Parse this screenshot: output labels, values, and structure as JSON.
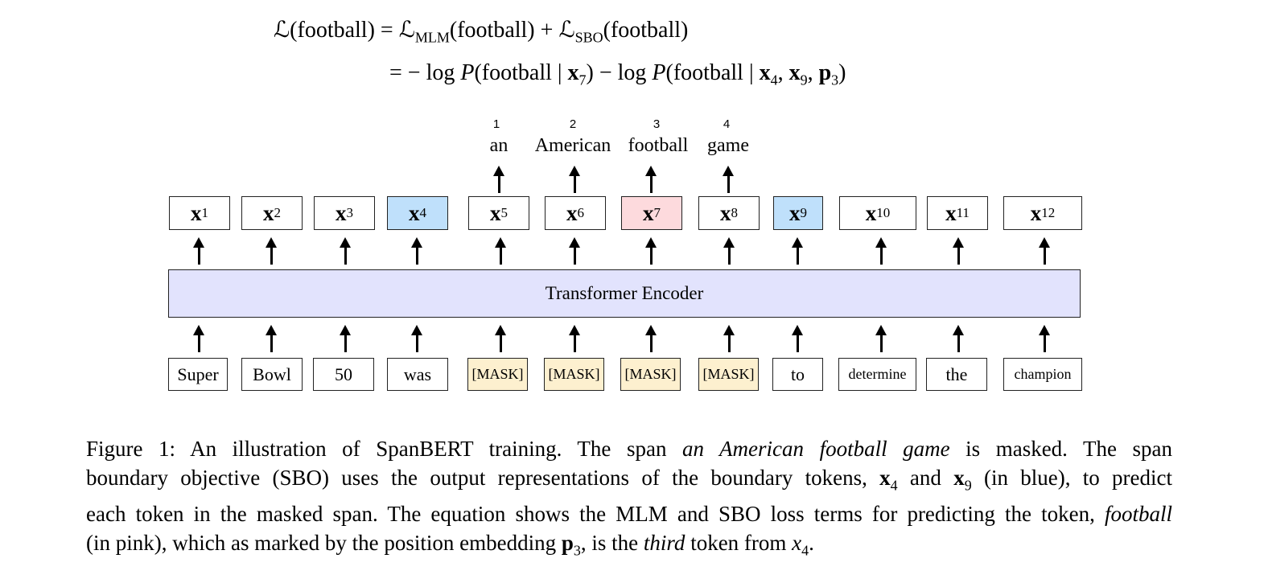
{
  "equation": {
    "line1": {
      "lhs": "ℒ(football)",
      "eq": "=",
      "term1": "ℒ",
      "term1_sub": "MLM",
      "term1_arg": "(football)",
      "plus": "+",
      "term2": "ℒ",
      "term2_sub": "SBO",
      "term2_arg": "(football)"
    },
    "line2": {
      "eq": "=",
      "part1": "− log ",
      "P1": "P",
      "arg1_a": "(football | ",
      "x7": "x",
      "x7_sub": "7",
      "arg1_b": ") − log ",
      "P2": "P",
      "arg2_a": "(football | ",
      "x4": "x",
      "x4_sub": "4",
      "comma1": ", ",
      "x9": "x",
      "x9_sub": "9",
      "comma2": ", ",
      "p3": "p",
      "p3_sub": "3",
      "arg2_b": ")"
    }
  },
  "predictions": [
    {
      "position": "1",
      "word": "an"
    },
    {
      "position": "2",
      "word": "American"
    },
    {
      "position": "3",
      "word": "football"
    },
    {
      "position": "4",
      "word": "game"
    }
  ],
  "outputs": [
    {
      "label": "x",
      "sub": "1",
      "color": "none"
    },
    {
      "label": "x",
      "sub": "2",
      "color": "none"
    },
    {
      "label": "x",
      "sub": "3",
      "color": "none"
    },
    {
      "label": "x",
      "sub": "4",
      "color": "#bfe0fb"
    },
    {
      "label": "x",
      "sub": "5",
      "color": "none"
    },
    {
      "label": "x",
      "sub": "6",
      "color": "none"
    },
    {
      "label": "x",
      "sub": "7",
      "color": "#fddadd"
    },
    {
      "label": "x",
      "sub": "8",
      "color": "none"
    },
    {
      "label": "x",
      "sub": "9",
      "color": "#bfe0fb"
    },
    {
      "label": "x",
      "sub": "10",
      "color": "none"
    },
    {
      "label": "x",
      "sub": "11",
      "color": "none"
    },
    {
      "label": "x",
      "sub": "12",
      "color": "none"
    }
  ],
  "encoder": {
    "label": "Transformer Encoder",
    "color": "#e2e3fd"
  },
  "inputs": [
    {
      "text": "Super"
    },
    {
      "text": "Bowl"
    },
    {
      "text": "50"
    },
    {
      "text": "was"
    },
    {
      "text": "[MASK]",
      "color": "#fdf0cf"
    },
    {
      "text": "[MASK]",
      "color": "#fdf0cf"
    },
    {
      "text": "[MASK]",
      "color": "#fdf0cf"
    },
    {
      "text": "[MASK]",
      "color": "#fdf0cf"
    },
    {
      "text": "to"
    },
    {
      "text": "determine"
    },
    {
      "text": "the"
    },
    {
      "text": "champion"
    }
  ],
  "caption": {
    "l1_a": "Figure 1:  An illustration of SpanBERT training.  The span ",
    "l1_em": "an American football game",
    "l1_b": " is masked.  The span",
    "l2_a": "boundary objective (SBO) uses the output representations of the boundary tokens, ",
    "l2_x": "x",
    "l2_x_sub": "4",
    "l2_mid": " and ",
    "l2_y": "x",
    "l2_y_sub": "9",
    "l2_b": " (in blue), to predict",
    "l3_a": "each token in the masked span. The equation shows the MLM and SBO loss terms for predicting the token, ",
    "l3_em": "football",
    "l4_a": "(in pink), which as marked by the position embedding ",
    "l4_p": "p",
    "l4_p_sub": "3",
    "l4_b": ", is the ",
    "l4_em": "third",
    "l4_c": " token from ",
    "l4_x": "x",
    "l4_x_sub": "4",
    "l4_d": "."
  }
}
